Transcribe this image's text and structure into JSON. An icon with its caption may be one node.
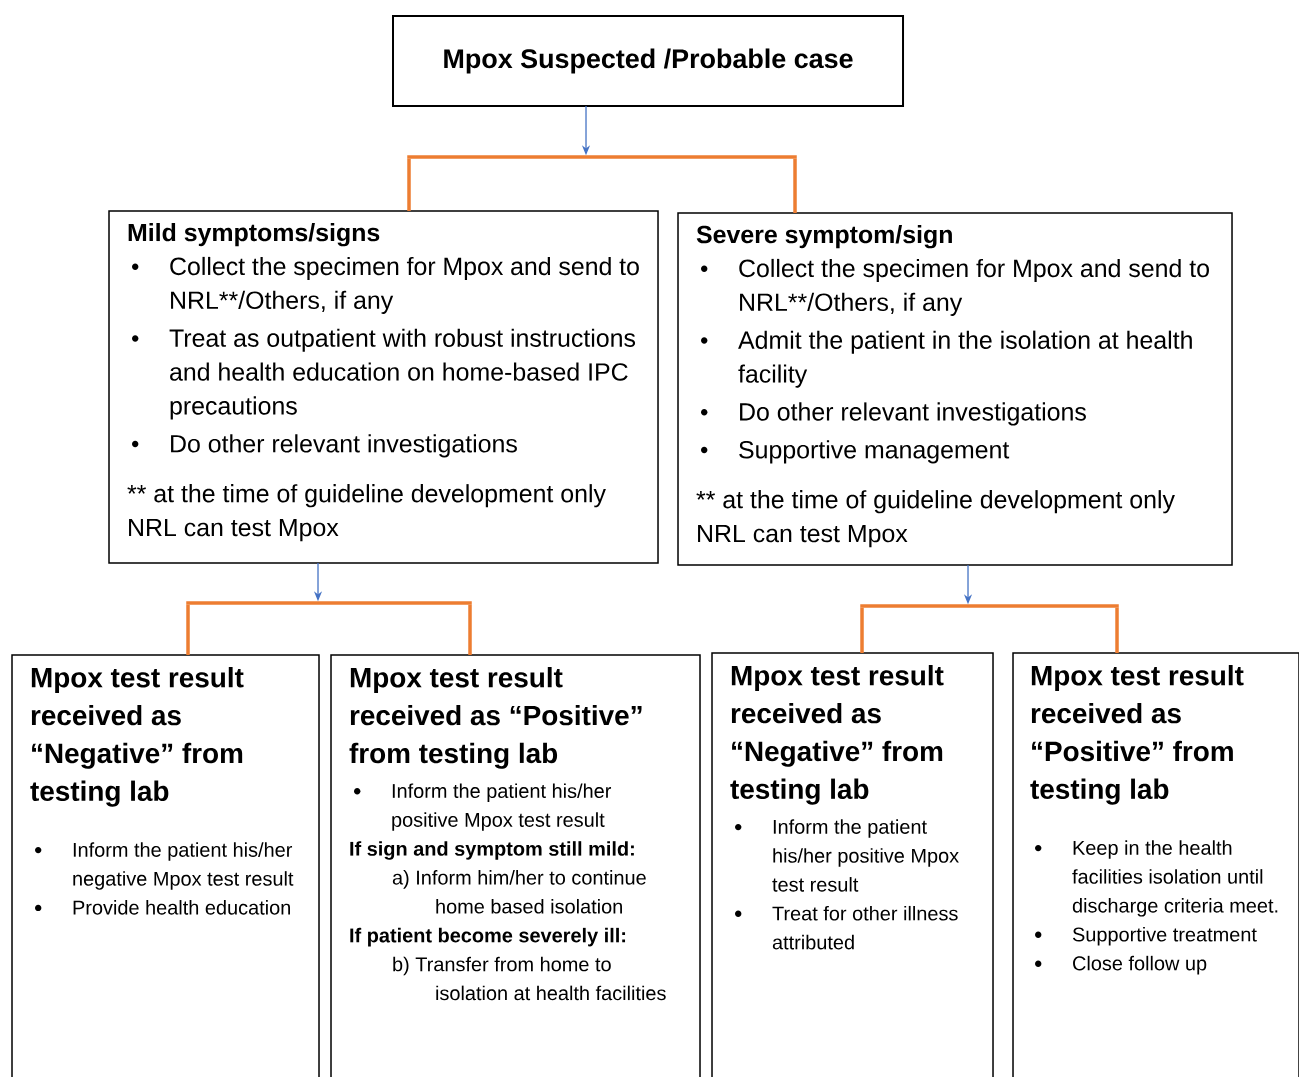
{
  "diagram": {
    "nodes": [
      {
        "text": [
          "Mpox Suspected /Probable case"
        ]
      },
      {
        "text": [],
        "shape": "bar"
      },
      {
        "text": [
          "Mild symptoms/signs",
          "Collect the specimen for Mpox and send to NRL**/Others, if any",
          "Treat as outpatient with robust instructions and health education on home-based IPC precautions",
          "Do other relevant investigations",
          "** at the time of guideline development only NRL can test Mpox"
        ]
      },
      {
        "text": [
          "Severe symptom/sign",
          "Collect the specimen for Mpox and send to NRL**/Others, if any",
          "Admit the patient in the isolation at health facility",
          "Do other relevant investigations",
          "Supportive management",
          "** at the time of guideline development only NRL can test Mpox"
        ]
      },
      {
        "text": [],
        "shape": "bar"
      },
      {
        "text": [],
        "shape": "bar"
      },
      {
        "text": [
          "Mpox test result received as “Negative” from testing lab",
          "Inform the patient his/her negative Mpox test result",
          "Provide health education"
        ]
      },
      {
        "text": [
          "Mpox test result received as “Positive” from testing lab",
          "Inform the patient his/her positive Mpox test result",
          "If sign and symptom still mild:",
          "a) Inform him/her to continue home based isolation",
          "If patient become severely ill:",
          "b) Transfer from home to isolation at health facilities"
        ]
      },
      {
        "text": [
          "Mpox test result received as “Negative” from testing lab",
          "Inform the patient his/her positive Mpox test result",
          "Treat for other illness attributed"
        ]
      },
      {
        "text": [
          "Mpox test result received as “Positive” from testing lab",
          "Keep in the health facilities isolation until discharge criteria meet.",
          "Supportive treatment",
          "Close follow up"
        ]
      }
    ],
    "edges": [
      {
        "from": 0,
        "to": 1,
        "arrow": "to",
        "color": "#4472c4"
      },
      {
        "from": 1,
        "to": 2,
        "arrow": "none"
      },
      {
        "from": 1,
        "to": 3,
        "arrow": "none"
      },
      {
        "from": 2,
        "to": 4,
        "arrow": "to",
        "color": "#4472c4"
      },
      {
        "from": 3,
        "to": 5,
        "arrow": "to",
        "color": "#4472c4"
      },
      {
        "from": 4,
        "to": 6,
        "arrow": "none"
      },
      {
        "from": 4,
        "to": 7,
        "arrow": "none"
      },
      {
        "from": 5,
        "to": 8,
        "arrow": "none"
      },
      {
        "from": 5,
        "to": 9,
        "arrow": "none"
      }
    ]
  }
}
